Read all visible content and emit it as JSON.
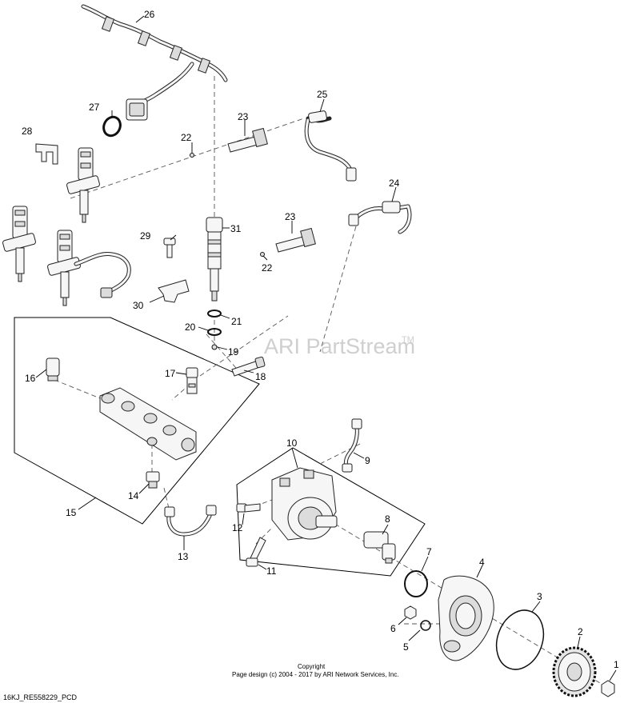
{
  "watermark": {
    "text": "ARI PartStream",
    "trademark": "TM"
  },
  "footer": {
    "copyright_title": "Copyright",
    "copyright_line": "Page design (c) 2004 - 2017 by ARI Network Services, Inc.",
    "drawing_code": "16KJ_RE558229_PCD"
  },
  "callouts": [
    "1",
    "2",
    "3",
    "4",
    "5",
    "6",
    "7",
    "8",
    "9",
    "10",
    "11",
    "12",
    "13",
    "14",
    "15",
    "16",
    "17",
    "18",
    "19",
    "20",
    "21",
    "22",
    "22",
    "23",
    "23",
    "24",
    "25",
    "26",
    "27",
    "28",
    "29",
    "30",
    "31"
  ]
}
